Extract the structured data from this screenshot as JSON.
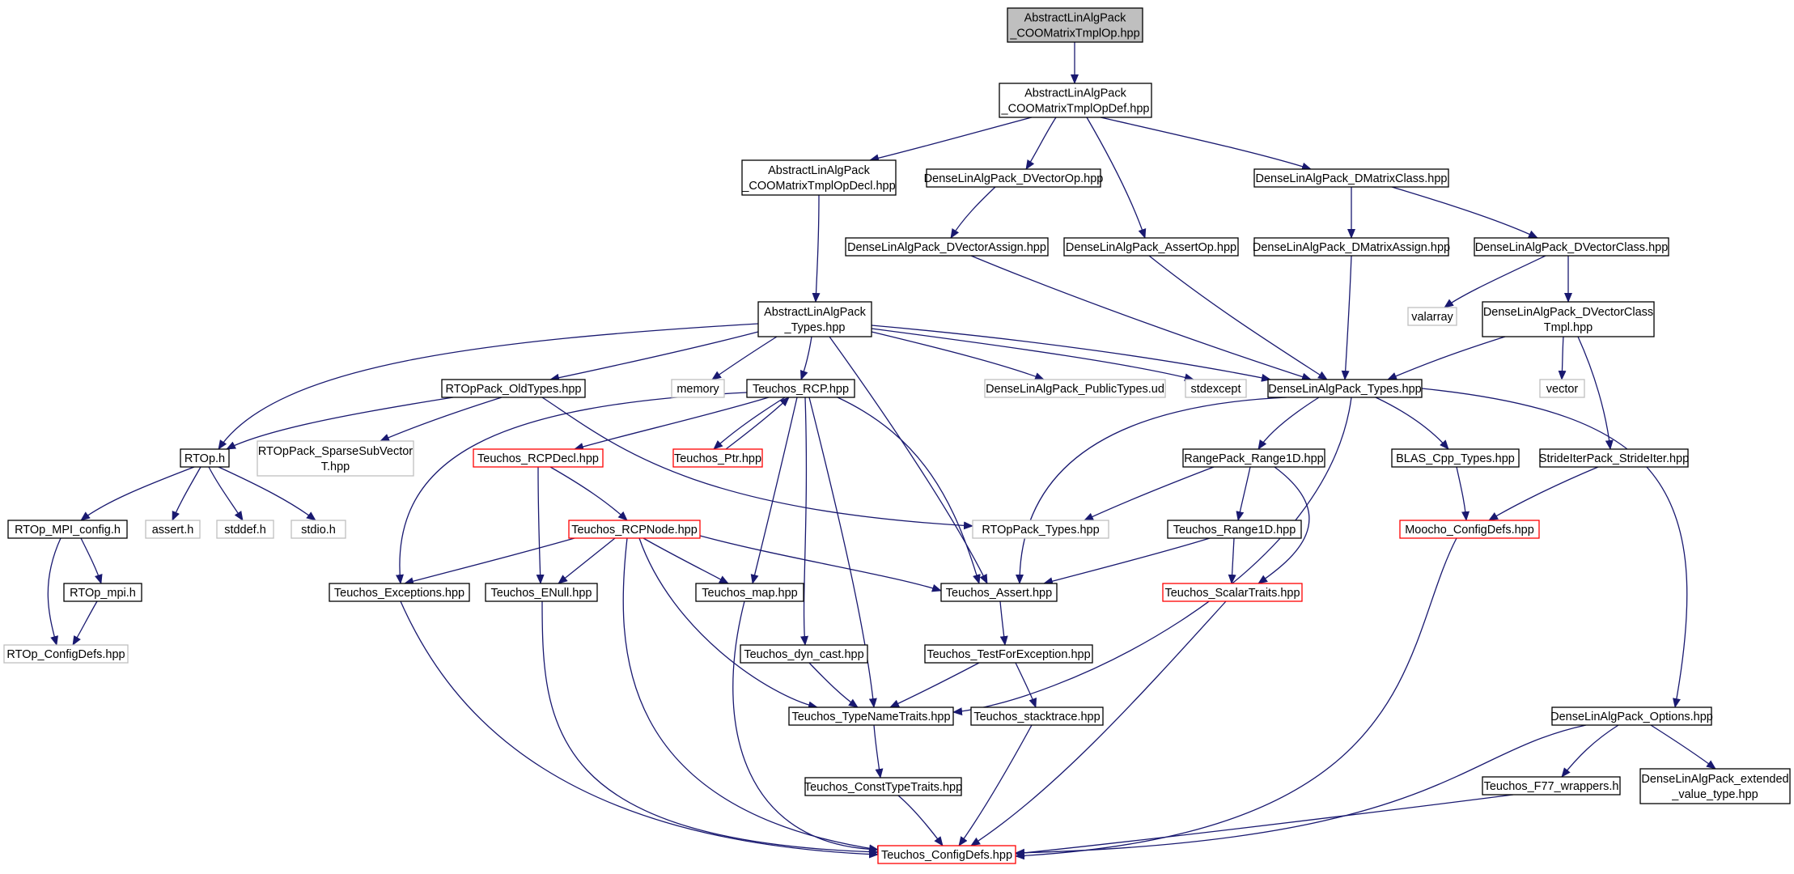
{
  "diagram": {
    "colors": {
      "edge": "#191970",
      "node_border_normal": "#000000",
      "node_border_external": "#bfbfbf",
      "node_border_truncated": "#ff0000",
      "root_fill": "#bfbfbf",
      "node_fill": "#ffffff"
    },
    "nodes": [
      {
        "id": "root",
        "kind": "root",
        "lines": [
          "AbstractLinAlgPack",
          "_COOMatrixTmplOp.hpp"
        ]
      },
      {
        "id": "coo_def",
        "kind": "normal",
        "lines": [
          "AbstractLinAlgPack",
          "_COOMatrixTmplOpDef.hpp"
        ]
      },
      {
        "id": "coo_decl",
        "kind": "normal",
        "lines": [
          "AbstractLinAlgPack",
          "_COOMatrixTmplOpDecl.hpp"
        ]
      },
      {
        "id": "dvectorop",
        "kind": "normal",
        "lines": [
          "DenseLinAlgPack_DVectorOp.hpp"
        ]
      },
      {
        "id": "dmatrixclass",
        "kind": "normal",
        "lines": [
          "DenseLinAlgPack_DMatrixClass.hpp"
        ]
      },
      {
        "id": "dvectorassign",
        "kind": "normal",
        "lines": [
          "DenseLinAlgPack_DVectorAssign.hpp"
        ]
      },
      {
        "id": "assertop",
        "kind": "normal",
        "lines": [
          "DenseLinAlgPack_AssertOp.hpp"
        ]
      },
      {
        "id": "dmatrixassign",
        "kind": "normal",
        "lines": [
          "DenseLinAlgPack_DMatrixAssign.hpp"
        ]
      },
      {
        "id": "dvectorclass",
        "kind": "normal",
        "lines": [
          "DenseLinAlgPack_DVectorClass.hpp"
        ]
      },
      {
        "id": "alap_types",
        "kind": "normal",
        "lines": [
          "AbstractLinAlgPack",
          "_Types.hpp"
        ]
      },
      {
        "id": "valarray",
        "kind": "external",
        "lines": [
          "valarray"
        ]
      },
      {
        "id": "dvc_tmpl",
        "kind": "normal",
        "lines": [
          "DenseLinAlgPack_DVectorClass",
          "Tmpl.hpp"
        ]
      },
      {
        "id": "rtop_oldtypes",
        "kind": "normal",
        "lines": [
          "RTOpPack_OldTypes.hpp"
        ]
      },
      {
        "id": "memory",
        "kind": "external",
        "lines": [
          "memory"
        ]
      },
      {
        "id": "teuchos_rcp",
        "kind": "normal",
        "lines": [
          "Teuchos_RCP.hpp"
        ]
      },
      {
        "id": "publictypes",
        "kind": "external",
        "lines": [
          "DenseLinAlgPack_PublicTypes.ud"
        ]
      },
      {
        "id": "stdexcept",
        "kind": "external",
        "lines": [
          "stdexcept"
        ]
      },
      {
        "id": "dlap_types",
        "kind": "normal",
        "lines": [
          "DenseLinAlgPack_Types.hpp"
        ]
      },
      {
        "id": "vector",
        "kind": "external",
        "lines": [
          "vector"
        ]
      },
      {
        "id": "rtop_h",
        "kind": "normal",
        "lines": [
          "RTOp.h"
        ]
      },
      {
        "id": "sparsesub",
        "kind": "external",
        "lines": [
          "RTOpPack_SparseSubVector",
          "T.hpp"
        ]
      },
      {
        "id": "rcpdecl",
        "kind": "truncated",
        "lines": [
          "Teuchos_RCPDecl.hpp"
        ]
      },
      {
        "id": "teuchos_ptr",
        "kind": "truncated",
        "lines": [
          "Teuchos_Ptr.hpp"
        ]
      },
      {
        "id": "range1d",
        "kind": "normal",
        "lines": [
          "RangePack_Range1D.hpp"
        ]
      },
      {
        "id": "blas",
        "kind": "normal",
        "lines": [
          "BLAS_Cpp_Types.hpp"
        ]
      },
      {
        "id": "strideiter",
        "kind": "normal",
        "lines": [
          "StrideIterPack_StrideIter.hpp"
        ]
      },
      {
        "id": "rtop_mpi_config",
        "kind": "normal",
        "lines": [
          "RTOp_MPI_config.h"
        ]
      },
      {
        "id": "assert_h",
        "kind": "external",
        "lines": [
          "assert.h"
        ]
      },
      {
        "id": "stddef_h",
        "kind": "external",
        "lines": [
          "stddef.h"
        ]
      },
      {
        "id": "stdio_h",
        "kind": "external",
        "lines": [
          "stdio.h"
        ]
      },
      {
        "id": "rcpnode",
        "kind": "truncated",
        "lines": [
          "Teuchos_RCPNode.hpp"
        ]
      },
      {
        "id": "rtoppack_types",
        "kind": "external",
        "lines": [
          "RTOpPack_Types.hpp"
        ]
      },
      {
        "id": "teuchos_range1d",
        "kind": "normal",
        "lines": [
          "Teuchos_Range1D.hpp"
        ]
      },
      {
        "id": "moocho_config",
        "kind": "truncated",
        "lines": [
          "Moocho_ConfigDefs.hpp"
        ]
      },
      {
        "id": "rtop_mpi",
        "kind": "normal",
        "lines": [
          "RTOp_mpi.h"
        ]
      },
      {
        "id": "teuchos_exceptions",
        "kind": "normal",
        "lines": [
          "Teuchos_Exceptions.hpp"
        ]
      },
      {
        "id": "teuchos_enull",
        "kind": "normal",
        "lines": [
          "Teuchos_ENull.hpp"
        ]
      },
      {
        "id": "teuchos_map",
        "kind": "normal",
        "lines": [
          "Teuchos_map.hpp"
        ]
      },
      {
        "id": "teuchos_assert",
        "kind": "normal",
        "lines": [
          "Teuchos_Assert.hpp"
        ]
      },
      {
        "id": "scalartraits",
        "kind": "truncated",
        "lines": [
          "Teuchos_ScalarTraits.hpp"
        ]
      },
      {
        "id": "rtop_configdefs",
        "kind": "external",
        "lines": [
          "RTOp_ConfigDefs.hpp"
        ]
      },
      {
        "id": "dyn_cast",
        "kind": "normal",
        "lines": [
          "Teuchos_dyn_cast.hpp"
        ]
      },
      {
        "id": "testforexception",
        "kind": "normal",
        "lines": [
          "Teuchos_TestForException.hpp"
        ]
      },
      {
        "id": "typenametraits",
        "kind": "normal",
        "lines": [
          "Teuchos_TypeNameTraits.hpp"
        ]
      },
      {
        "id": "stacktrace",
        "kind": "normal",
        "lines": [
          "Teuchos_stacktrace.hpp"
        ]
      },
      {
        "id": "dlap_options",
        "kind": "normal",
        "lines": [
          "DenseLinAlgPack_Options.hpp"
        ]
      },
      {
        "id": "f77",
        "kind": "normal",
        "lines": [
          "Teuchos_F77_wrappers.h"
        ]
      },
      {
        "id": "extended",
        "kind": "normal",
        "lines": [
          "DenseLinAlgPack_extended",
          "_value_type.hpp"
        ]
      },
      {
        "id": "constypetraits",
        "kind": "normal",
        "lines": [
          "Teuchos_ConstTypeTraits.hpp"
        ]
      },
      {
        "id": "teuchos_configdefs",
        "kind": "truncated",
        "lines": [
          "Teuchos_ConfigDefs.hpp"
        ]
      }
    ]
  }
}
